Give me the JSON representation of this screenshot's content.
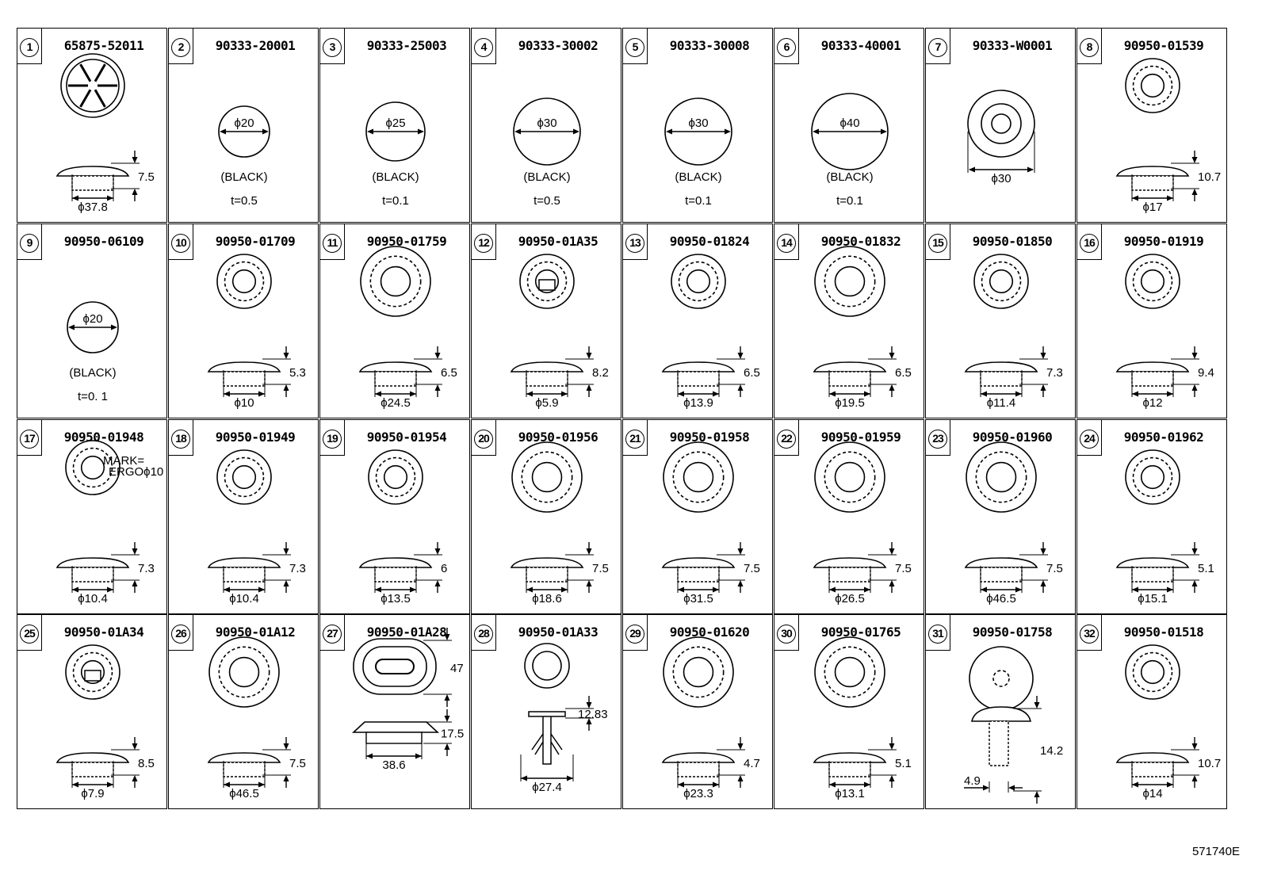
{
  "catalog_code": "571740E",
  "parts": [
    {
      "n": "1",
      "pn": "65875-52011",
      "dims": [
        "7.5",
        "ϕ37.8"
      ]
    },
    {
      "n": "2",
      "pn": "90333-20001",
      "dims": [
        "ϕ20"
      ],
      "color": "(BLACK)",
      "t": "t=0.5"
    },
    {
      "n": "3",
      "pn": "90333-25003",
      "dims": [
        "ϕ25"
      ],
      "color": "(BLACK)",
      "t": "t=0.1"
    },
    {
      "n": "4",
      "pn": "90333-30002",
      "dims": [
        "ϕ30"
      ],
      "color": "(BLACK)",
      "t": "t=0.5"
    },
    {
      "n": "5",
      "pn": "90333-30008",
      "dims": [
        "ϕ30"
      ],
      "color": "(BLACK)",
      "t": "t=0.1"
    },
    {
      "n": "6",
      "pn": "90333-40001",
      "dims": [
        "ϕ40"
      ],
      "color": "(BLACK)",
      "t": "t=0.1"
    },
    {
      "n": "7",
      "pn": "90333-W0001",
      "dims": [
        "ϕ30"
      ]
    },
    {
      "n": "8",
      "pn": "90950-01539",
      "dims": [
        "10.7",
        "ϕ17"
      ]
    },
    {
      "n": "9",
      "pn": "90950-06109",
      "dims": [
        "ϕ20"
      ],
      "color": "(BLACK)",
      "t": "t=0. 1"
    },
    {
      "n": "10",
      "pn": "90950-01709",
      "dims": [
        "5.3",
        "ϕ10"
      ]
    },
    {
      "n": "11",
      "pn": "90950-01759",
      "dims": [
        "6.5",
        "ϕ24.5"
      ]
    },
    {
      "n": "12",
      "pn": "90950-01A35",
      "dims": [
        "8.2",
        "ϕ5.9"
      ]
    },
    {
      "n": "13",
      "pn": "90950-01824",
      "dims": [
        "6.5",
        "ϕ13.9"
      ]
    },
    {
      "n": "14",
      "pn": "90950-01832",
      "dims": [
        "6.5",
        "ϕ19.5"
      ]
    },
    {
      "n": "15",
      "pn": "90950-01850",
      "dims": [
        "7.3",
        "ϕ11.4"
      ]
    },
    {
      "n": "16",
      "pn": "90950-01919",
      "dims": [
        "9.4",
        "ϕ12"
      ]
    },
    {
      "n": "17",
      "pn": "90950-01948",
      "dims": [
        "7.3",
        "ϕ10.4"
      ],
      "mark": [
        "MARK=",
        "ERGOϕ10"
      ]
    },
    {
      "n": "18",
      "pn": "90950-01949",
      "dims": [
        "7.3",
        "ϕ10.4"
      ]
    },
    {
      "n": "19",
      "pn": "90950-01954",
      "dims": [
        "6",
        "ϕ13.5"
      ]
    },
    {
      "n": "20",
      "pn": "90950-01956",
      "dims": [
        "7.5",
        "ϕ18.6"
      ]
    },
    {
      "n": "21",
      "pn": "90950-01958",
      "dims": [
        "7.5",
        "ϕ31.5"
      ]
    },
    {
      "n": "22",
      "pn": "90950-01959",
      "dims": [
        "7.5",
        "ϕ26.5"
      ]
    },
    {
      "n": "23",
      "pn": "90950-01960",
      "dims": [
        "7.5",
        "ϕ46.5"
      ]
    },
    {
      "n": "24",
      "pn": "90950-01962",
      "dims": [
        "5.1",
        "ϕ15.1"
      ]
    },
    {
      "n": "25",
      "pn": "90950-01A34",
      "dims": [
        "8.5",
        "ϕ7.9"
      ]
    },
    {
      "n": "26",
      "pn": "90950-01A12",
      "dims": [
        "7.5",
        "ϕ46.5"
      ]
    },
    {
      "n": "27",
      "pn": "90950-01A28",
      "dims": [
        "17.5",
        "38.6",
        "47"
      ]
    },
    {
      "n": "28",
      "pn": "90950-01A33",
      "dims": [
        "12.83",
        "ϕ27.4"
      ]
    },
    {
      "n": "29",
      "pn": "90950-01620",
      "dims": [
        "4.7",
        "ϕ23.3"
      ]
    },
    {
      "n": "30",
      "pn": "90950-01765",
      "dims": [
        "5.1",
        "ϕ13.1"
      ]
    },
    {
      "n": "31",
      "pn": "90950-01758",
      "dims": [
        "14.2",
        "4.9"
      ]
    },
    {
      "n": "32",
      "pn": "90950-01518",
      "dims": [
        "10.7",
        "ϕ14"
      ]
    }
  ]
}
